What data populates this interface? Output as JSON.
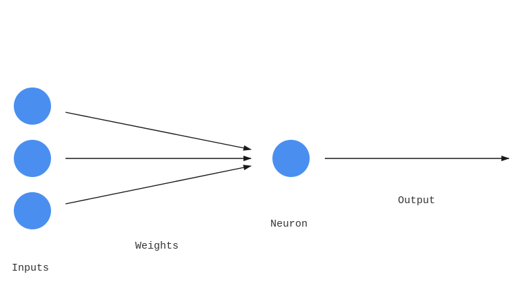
{
  "labels": {
    "inputs": "Inputs",
    "weights": "Weights",
    "neuron": "Neuron",
    "output": "Output"
  },
  "colors": {
    "node_fill": "#4a8ff0",
    "arrow": "#1a1a1a"
  },
  "nodes": {
    "input_count": 3,
    "neuron_count": 1
  }
}
